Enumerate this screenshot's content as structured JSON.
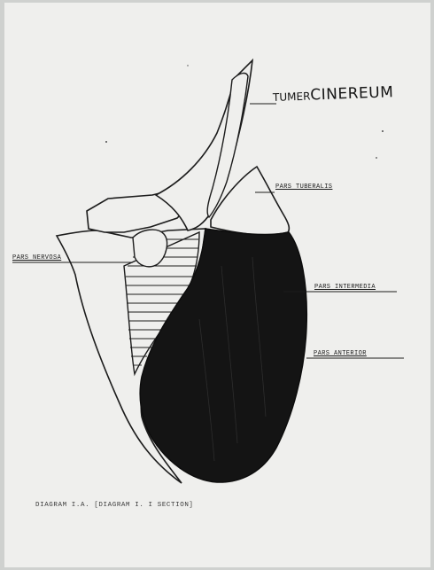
{
  "labels": {
    "tuber_cinereum_part1": "TUMER",
    "tuber_cinereum_part2": "CINEREUM",
    "pars_tuberalis": "PARS TUBERALIS",
    "pars_nervosa": "PARS NERVOSA",
    "pars_intermedia": "PARS INTERMEDIA",
    "pars_anterior": "PARS ANTERIOR"
  },
  "caption": "DIAGRAM I.A. [DIAGRAM I.           I SECTION]",
  "colors": {
    "paper": "#efefed",
    "ink": "#1c1c1c",
    "anterior_fill": "#141414",
    "background": "#cfd1cf"
  }
}
